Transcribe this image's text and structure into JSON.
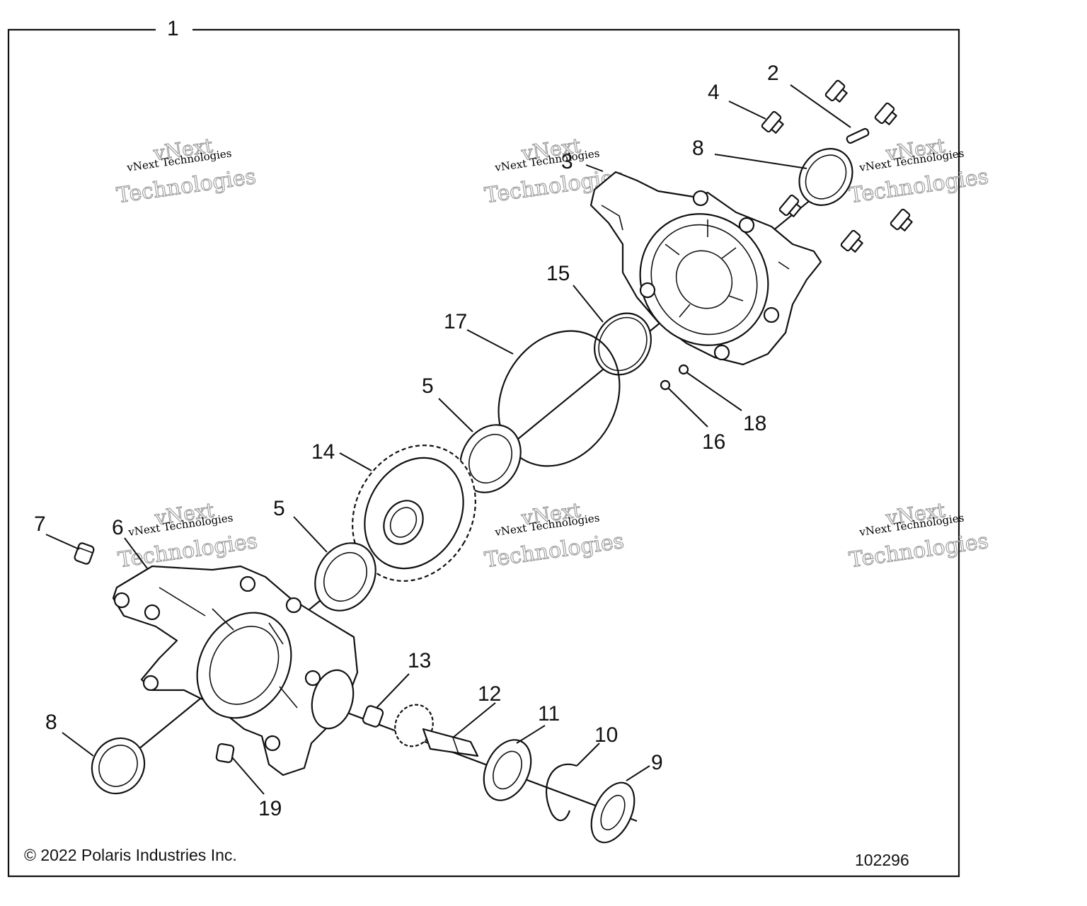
{
  "diagram": {
    "assembly_number": "1",
    "callouts": [
      "2",
      "3",
      "4",
      "5",
      "5",
      "6",
      "7",
      "8",
      "8",
      "9",
      "10",
      "11",
      "12",
      "13",
      "14",
      "15",
      "16",
      "17",
      "18",
      "19"
    ],
    "copyright": "© 2022 Polaris Industries Inc.",
    "figure_number": "102296",
    "watermark": [
      "vNext",
      "vNext Technologies",
      "Technologies"
    ]
  }
}
